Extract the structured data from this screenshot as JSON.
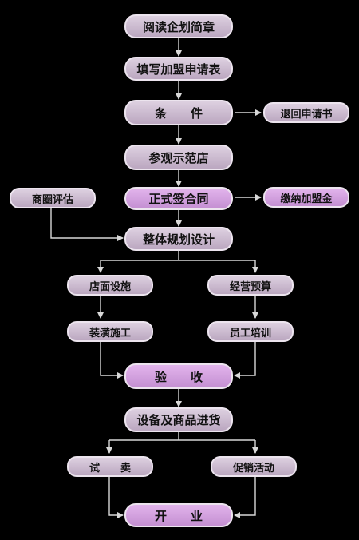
{
  "steps": {
    "read": "阅读企划简章",
    "apply": "填写加盟申请表",
    "conditions": "条　　件",
    "return": "退回申请书",
    "visit": "参观示范店",
    "contract": "正式签合同",
    "fee": "缴纳加盟金",
    "district": "商圈评估",
    "plan": "整体规划设计",
    "store": "店面设施",
    "operation": "经营预算",
    "decor": "装潢施工",
    "training": "员工培训",
    "accept": "验　　收",
    "goods": "设备及商品进货",
    "trial": "试　　卖",
    "promo": "促销活动",
    "open": "开　　业"
  }
}
